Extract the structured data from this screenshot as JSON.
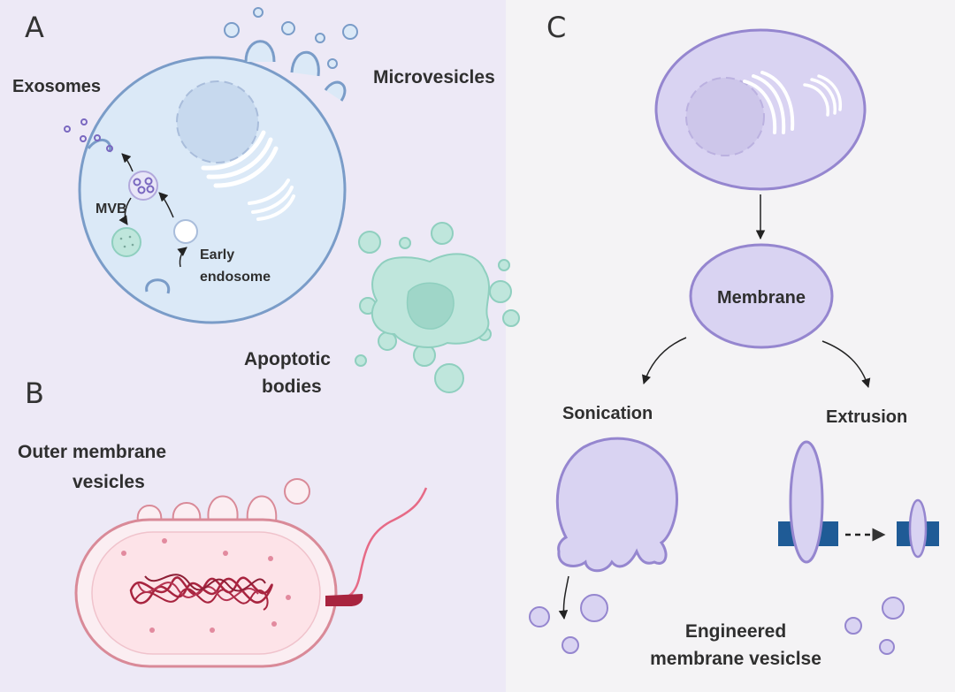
{
  "panels": {
    "a": {
      "letter": "A",
      "labels": {
        "exosomes": "Exosomes",
        "microvesicles": "Microvesicles",
        "mvb": "MVB",
        "early_1": "Early",
        "early_2": "endosome",
        "apoptotic_1": "Apoptotic",
        "apoptotic_2": "bodies"
      }
    },
    "b": {
      "letter": "B",
      "labels": {
        "omv_1": "Outer membrane",
        "omv_2": "vesicles"
      }
    },
    "c": {
      "letter": "C",
      "labels": {
        "membrane": "Membrane",
        "sonication": "Sonication",
        "extrusion": "Extrusion",
        "engineered_1": "Engineered",
        "engineered_2": "membrane vesiclse"
      }
    }
  },
  "colors": {
    "panel_ab_bg": "#ede9f6",
    "panel_c_bg": "#f4f3f5",
    "cell_fill": "#dbe9f7",
    "cell_stroke": "#7a9cc8",
    "apoptotic_fill": "#bfe6dc",
    "apoptotic_stroke": "#8fcfbf",
    "bacteria_stroke": "#d98a98",
    "bacteria_fill": "#fbeef2",
    "dna": "#a8243f",
    "purple_fill": "#d9d3f2",
    "purple_stroke": "#9586cf",
    "filter_blue": "#1f5b96"
  }
}
